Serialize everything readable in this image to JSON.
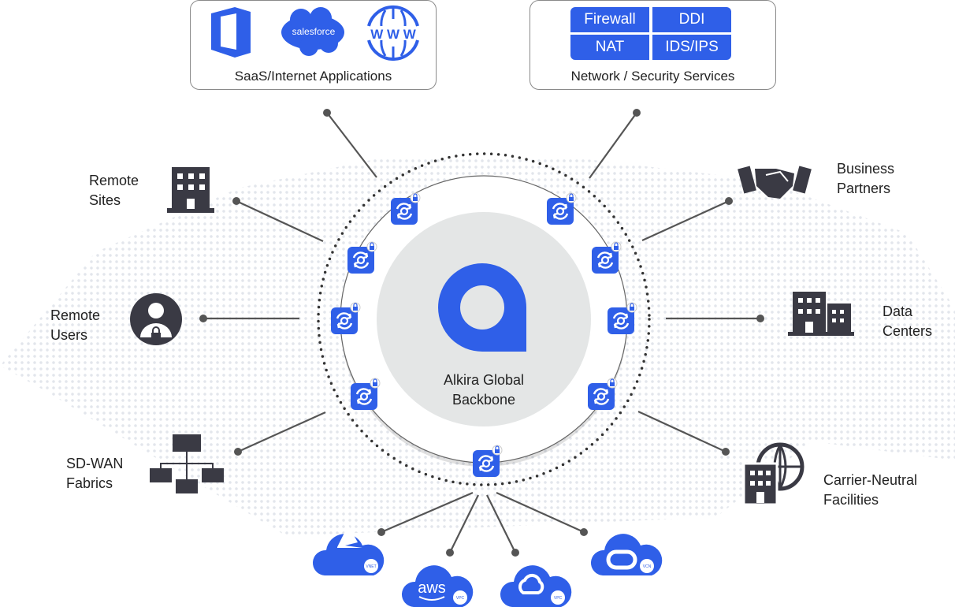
{
  "saas_box": {
    "caption": "SaaS/Internet Applications",
    "icons": [
      "office-icon",
      "salesforce-icon",
      "www-globe-icon"
    ],
    "salesforce_text": "salesforce",
    "www_text": "W W W"
  },
  "services_box": {
    "caption": "Network / Security Services",
    "services": [
      "Firewall",
      "DDI",
      "NAT",
      "IDS/IPS"
    ]
  },
  "center": {
    "title_line1": "Alkira Global",
    "title_line2": "Backbone"
  },
  "left": [
    {
      "line1": "Remote",
      "line2": "Sites",
      "icon": "building-icon"
    },
    {
      "line1": "Remote",
      "line2": "Users",
      "icon": "user-lock-icon"
    },
    {
      "line1": "SD-WAN",
      "line2": "Fabrics",
      "icon": "network-tree-icon"
    }
  ],
  "right": [
    {
      "line1": "Business",
      "line2": "Partners",
      "icon": "handshake-icon"
    },
    {
      "line1": "Data",
      "line2": "Centers",
      "icon": "data-center-icon"
    },
    {
      "line1": "Carrier-Neutral",
      "line2": "Facilities",
      "icon": "carrier-building-icon"
    }
  ],
  "clouds": [
    {
      "provider": "azure",
      "badge": "VNET"
    },
    {
      "provider": "aws",
      "logo": "aws",
      "badge": "VPC"
    },
    {
      "provider": "gcp",
      "badge": "VPC"
    },
    {
      "provider": "oracle",
      "badge": "VCN"
    }
  ],
  "colors": {
    "brand_blue": "#2f5fe8",
    "dark_icon": "#3a3a44",
    "line": "#555555",
    "center_gray": "#e4e6e6"
  }
}
